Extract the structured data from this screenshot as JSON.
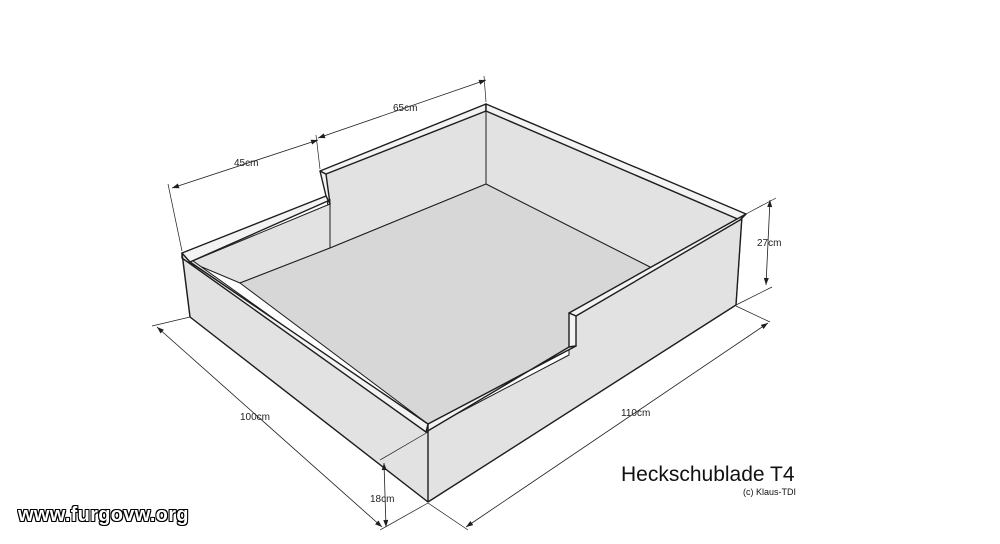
{
  "diagram": {
    "title": "Heckschublade T4",
    "credit": "(c) Klaus-TDI",
    "watermark": "www.furgovw.org",
    "dimensions": {
      "width_front": "100cm",
      "length_side": "110cm",
      "height": "27cm",
      "base_height": "18cm",
      "back_short": "45cm",
      "back_long": "65cm"
    },
    "colors": {
      "wall_face": "#e2e2e2",
      "floor": "#d7d7d7",
      "rim": "#f3f3f3",
      "outline": "#1e1e1e"
    }
  }
}
